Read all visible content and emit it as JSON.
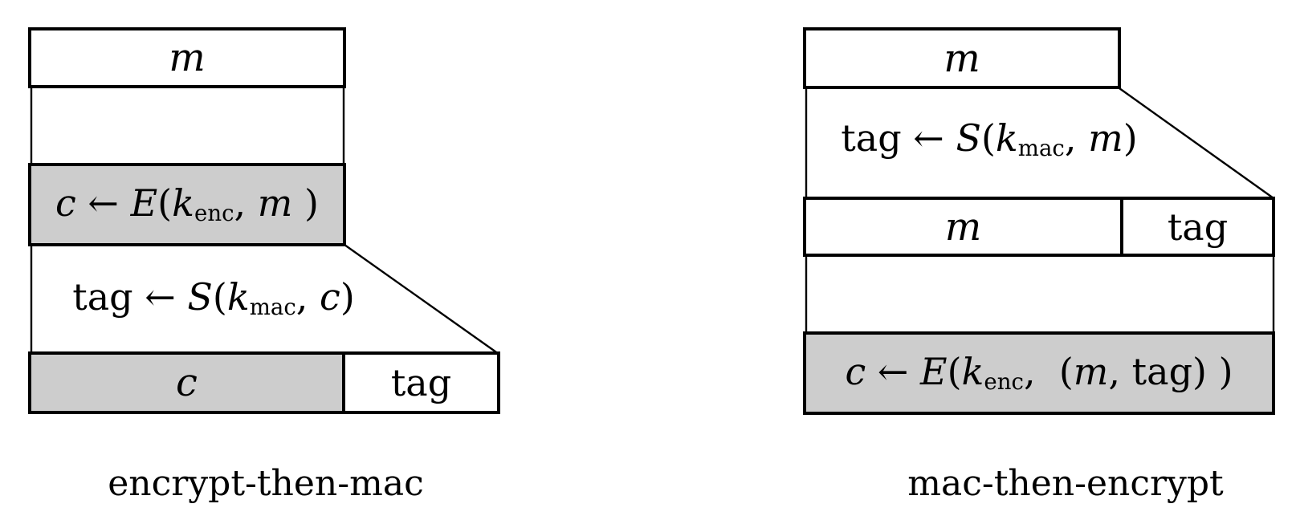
{
  "colors": {
    "ink": "#000000",
    "gray_fill": "#cdcdcd",
    "background": "#ffffff"
  },
  "left_diagram": {
    "caption": "encrypt-then-mac",
    "message_box_label": "m",
    "encrypt_formula": [
      {
        "s": "i",
        "t": "c"
      },
      {
        "s": "r",
        "t": " ← "
      },
      {
        "s": "i",
        "t": "E"
      },
      {
        "s": "r",
        "t": "("
      },
      {
        "s": "i",
        "t": "k"
      },
      {
        "s": "sub",
        "t": "enc"
      },
      {
        "s": "r",
        "t": ", "
      },
      {
        "s": "i",
        "t": "m"
      },
      {
        "s": "r",
        "t": " )"
      }
    ],
    "sign_formula": [
      {
        "s": "r",
        "t": "tag ← "
      },
      {
        "s": "i",
        "t": "S"
      },
      {
        "s": "r",
        "t": "("
      },
      {
        "s": "i",
        "t": "k"
      },
      {
        "s": "sub",
        "t": "mac"
      },
      {
        "s": "r",
        "t": ", "
      },
      {
        "s": "i",
        "t": "c"
      },
      {
        "s": "r",
        "t": ")"
      }
    ],
    "output_row": {
      "cipher_label": "c",
      "tag_label": "tag"
    }
  },
  "right_diagram": {
    "caption": "mac-then-encrypt",
    "message_box_label": "m",
    "sign_formula": [
      {
        "s": "r",
        "t": "tag ← "
      },
      {
        "s": "i",
        "t": "S"
      },
      {
        "s": "r",
        "t": "("
      },
      {
        "s": "i",
        "t": "k"
      },
      {
        "s": "sub",
        "t": "mac"
      },
      {
        "s": "r",
        "t": ", "
      },
      {
        "s": "i",
        "t": "m"
      },
      {
        "s": "r",
        "t": ")"
      }
    ],
    "mac_row": {
      "message_label": "m",
      "tag_label": "tag"
    },
    "encrypt_formula": [
      {
        "s": "i",
        "t": "c"
      },
      {
        "s": "r",
        "t": " ← "
      },
      {
        "s": "i",
        "t": "E"
      },
      {
        "s": "r",
        "t": "("
      },
      {
        "s": "i",
        "t": "k"
      },
      {
        "s": "sub",
        "t": "enc"
      },
      {
        "s": "r",
        "t": ",  ("
      },
      {
        "s": "i",
        "t": "m"
      },
      {
        "s": "r",
        "t": ", tag) )"
      }
    ]
  }
}
